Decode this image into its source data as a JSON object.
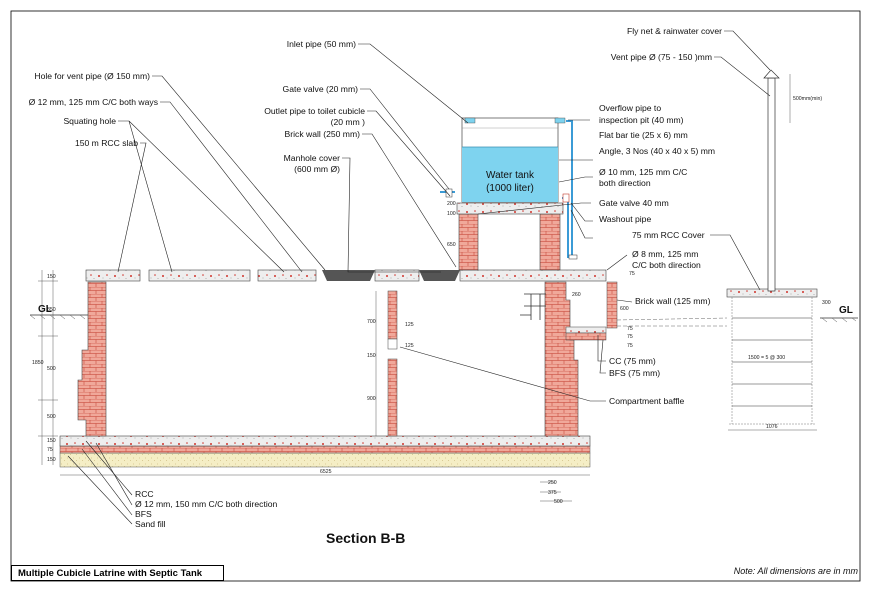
{
  "labels": {
    "fly_net": "Fly net & rainwater cover",
    "vent_pipe": "Vent pipe Ø (75 - 150 )mm",
    "inlet_pipe": "Inlet pipe (50 mm)",
    "hole_vent": "Hole for vent pipe (Ø 150 mm)",
    "gate_valve_20": "Gate valve (20 mm)",
    "rebar_12_125": "Ø 12 mm, 125 mm C/C both ways",
    "outlet_pipe_1": "Outlet pipe to toilet cubicle",
    "outlet_pipe_2": "(20 mm )",
    "squatting_hole": "Squating hole",
    "brick_wall_250": "Brick wall (250 mm)",
    "rcc_slab": "150 m RCC slab",
    "manhole_1": "Manhole cover",
    "manhole_2": "(600 mm Ø)",
    "overflow_1": "Overflow pipe to",
    "overflow_2": "inspection pit (40 mm)",
    "flat_bar": "Flat bar tie (25 x 6) mm",
    "angle": "Angle, 3 Nos (40 x 40 x 5) mm",
    "tank_1": "Water tank",
    "tank_2": "(1000 liter)",
    "rebar_10_1": "Ø 10 mm, 125 mm C/C",
    "rebar_10_2": "both direction",
    "gate_valve_40": "Gate valve 40 mm",
    "washout": "Washout pipe",
    "rcc_cover": "75 mm RCC Cover",
    "rebar_8_1": "Ø 8 mm, 125 mm",
    "rebar_8_2": "C/C both direction",
    "brick_wall_125": "Brick wall (125 mm)",
    "cc": "CC (75 mm)",
    "bfs_right": "BFS (75 mm)",
    "baffle": "Compartment baffle",
    "rcc": "RCC",
    "rebar_12_150": "Ø 12 mm, 150 mm C/C both direction",
    "bfs": "BFS",
    "sand_fill": "Sand fill",
    "gl_left": "GL",
    "gl_right": "GL"
  },
  "dimensions": {
    "d150_top": "150",
    "d850": "850",
    "d1850": "1850",
    "d500a": "500",
    "d500b": "500",
    "d150_bot": "150",
    "d75_bot": "75",
    "d150_sand": "150",
    "d6525": "6525",
    "d250": "250",
    "d375": "375",
    "d500w": "500",
    "d700": "700",
    "d125": "125",
    "d150_mid": "150",
    "d125b": "125",
    "d900": "900",
    "d200": "200",
    "d100": "100",
    "d650": "650",
    "d75a": "75",
    "d260": "260",
    "d600": "600",
    "d75b": "75",
    "d75c": "75",
    "d75d": "75",
    "d300": "300",
    "d1500": "1500 = 5 @ 300",
    "d1076": "1076",
    "d500min": "500mm(min)"
  },
  "section_title": "Section  B-B",
  "drawing_title": "Multiple Cubicle Latrine with Septic Tank",
  "note": "Note: All dimensions are in mm",
  "colors": {
    "brick": "#f0a89a",
    "brick_line": "#c0392b",
    "concrete": "#eeeeee",
    "rebar_dot": "#d0342c",
    "water": "#7ed3ef",
    "sand": "#f5eec5",
    "manhole": "#555555"
  }
}
